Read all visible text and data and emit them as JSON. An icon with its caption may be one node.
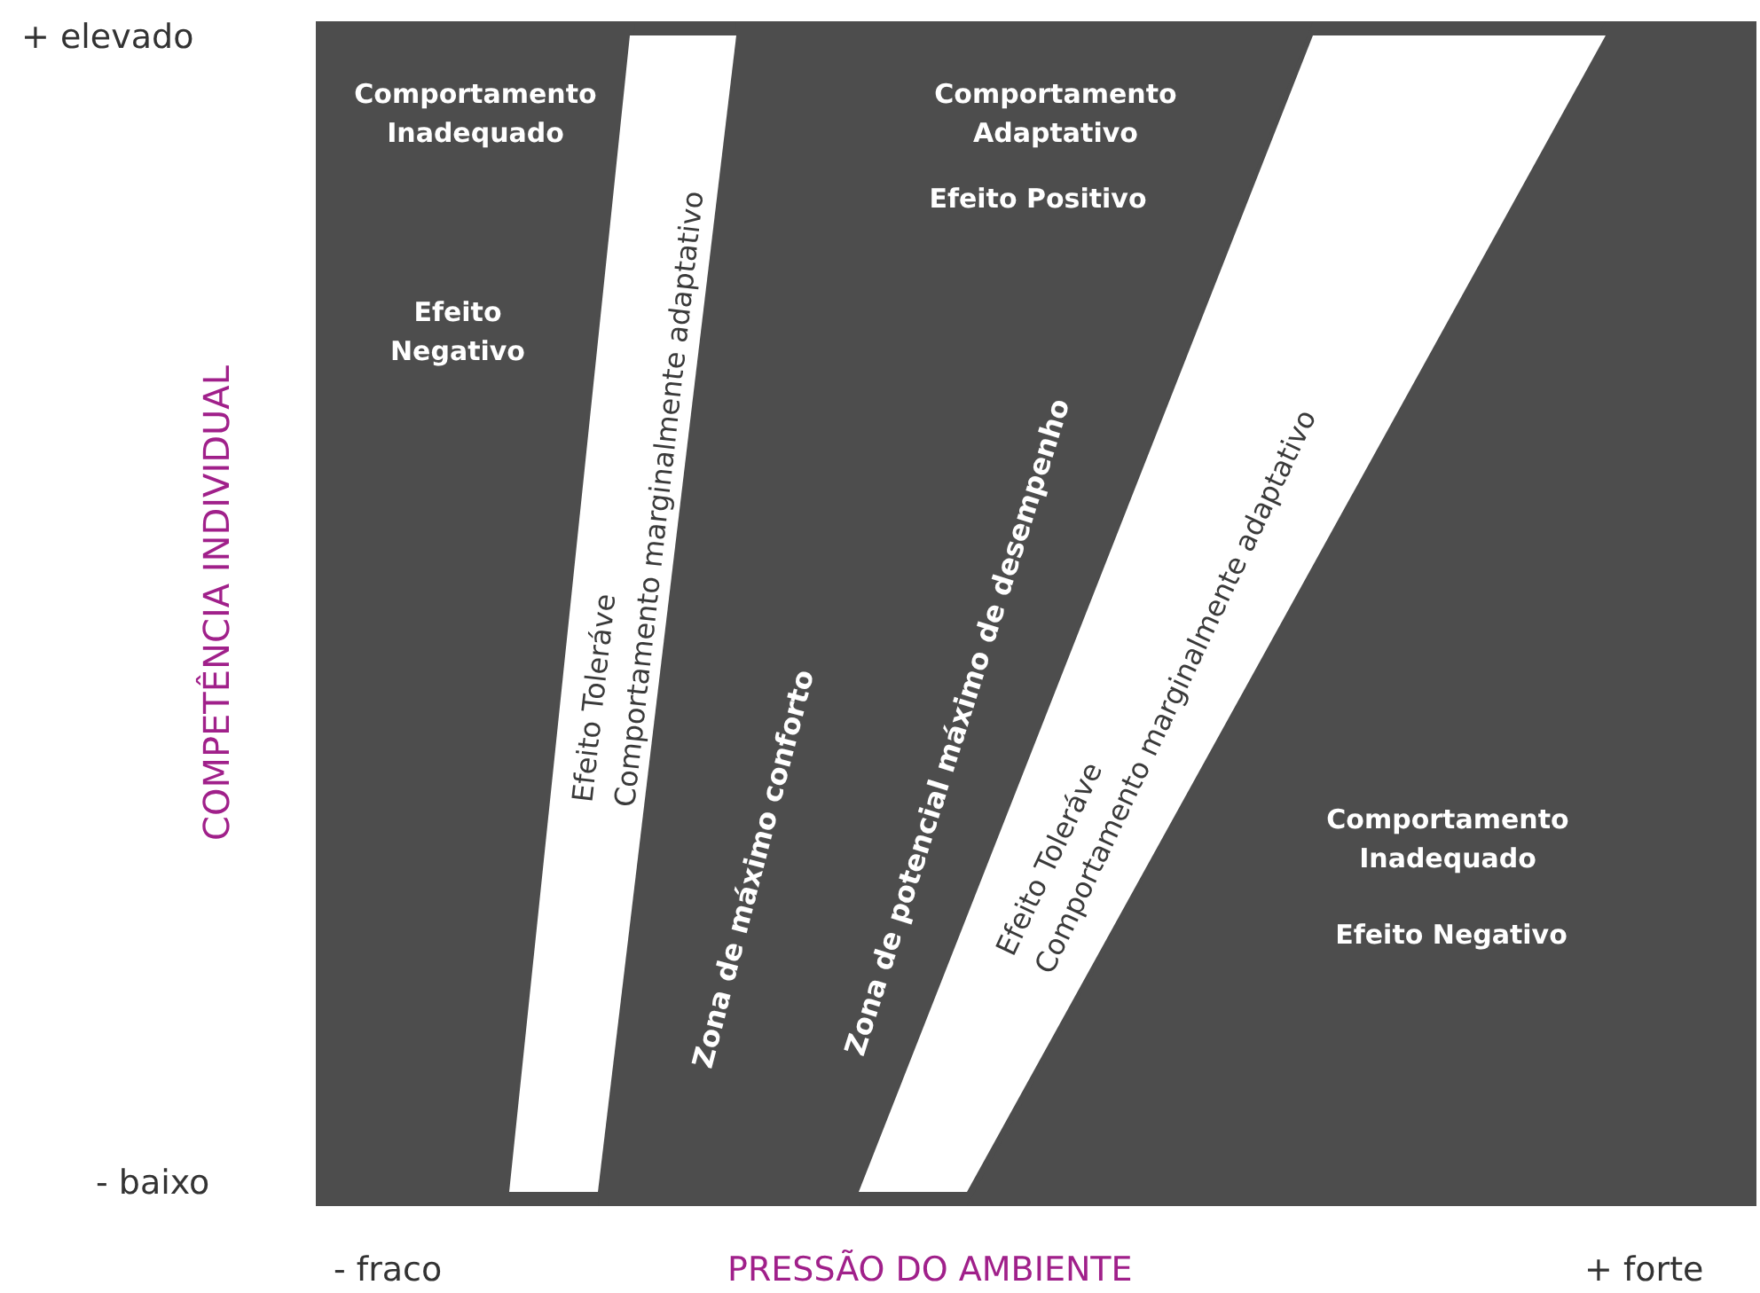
{
  "diagram": {
    "nodes": [
      {
        "text": [
          "Comportamento Inadequado",
          "Efeito Negativo"
        ]
      },
      {
        "text": [
          "Efeito Toleráve",
          "Comportamento marginalmente adaptativo"
        ]
      },
      {
        "text": [
          "Comportamento Adaptativo",
          "Efeito Positivo",
          "Zona de máximo conforto",
          "Zona de potencial máximo de desempenho"
        ]
      },
      {
        "text": [
          "Efeito Toleráve",
          "Comportamento marginalmente adaptativo"
        ]
      },
      {
        "text": [
          "Comportamento Inadequado",
          "Efeito Negativo"
        ]
      }
    ],
    "labels": [
      "+ elevado",
      "COMPETÊNCIA INDIVIDUAL",
      "- baixo",
      "- fraco",
      "PRESSÃO DO AMBIENTE",
      "+ forte"
    ]
  }
}
